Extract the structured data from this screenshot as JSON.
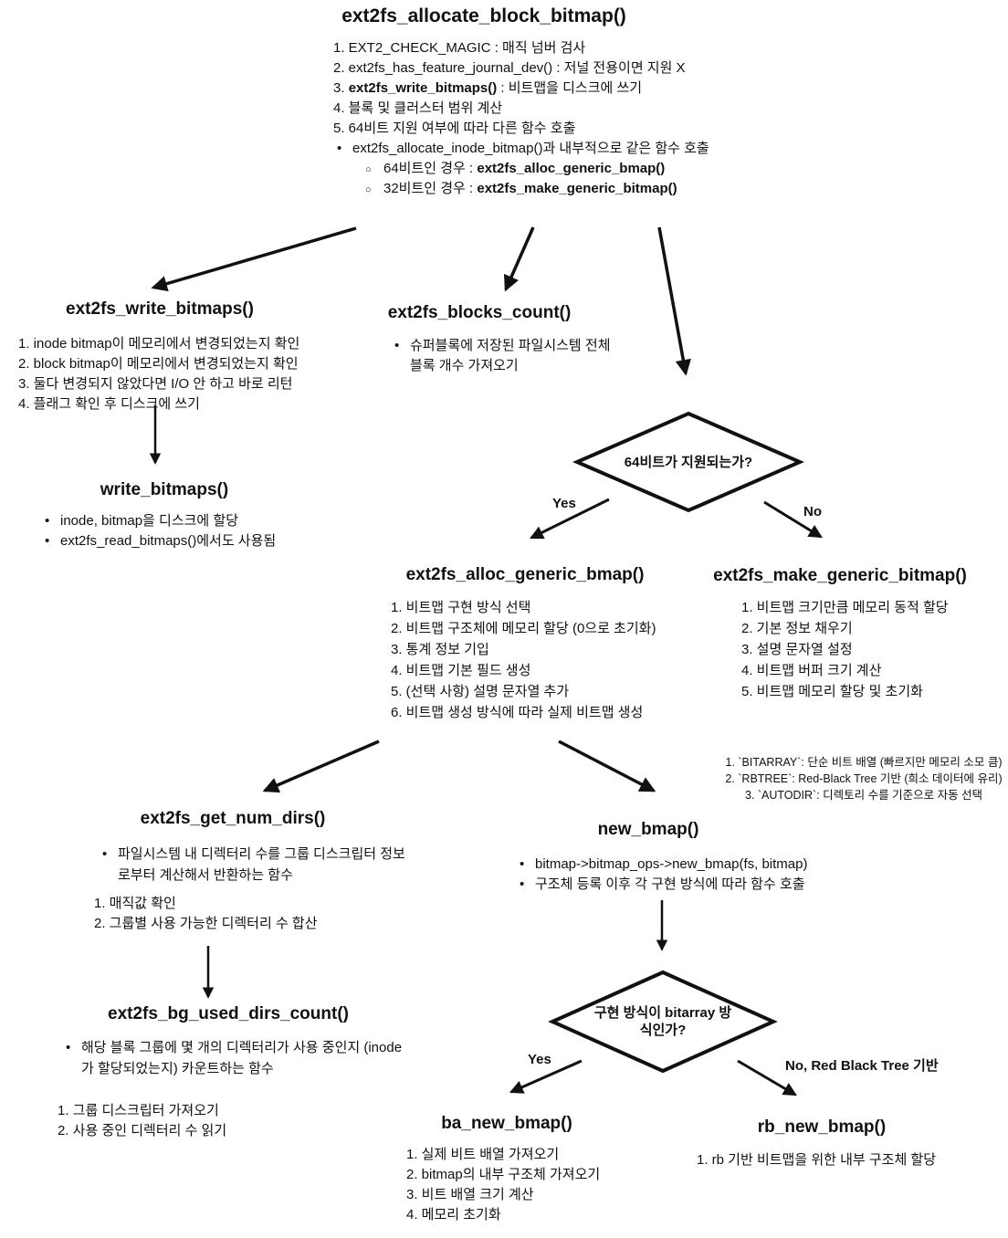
{
  "root": {
    "title": "ext2fs_allocate_block_bitmap()",
    "i1": "1. EXT2_CHECK_MAGIC : 매직 넘버 검사",
    "i2": "2. ext2fs_has_feature_journal_dev() : 저널 전용이면 지원 X",
    "i3_pre": "3. ",
    "i3_bold": "ext2fs_write_bitmaps()",
    "i3_post": " : 비트맵을 디스크에 쓰기",
    "i4": "4. 블록 및 클러스터 범위 계산",
    "i5": "5. 64비트 지원 여부에 따라 다른 함수 호출",
    "b1": "ext2fs_allocate_inode_bitmap()과 내부적으로 같은 함수 호출",
    "s1_pre": "64비트인 경우 : ",
    "s1_bold": "ext2fs_alloc_generic_bmap()",
    "s2_pre": "32비트인 경우 : ",
    "s2_bold": "ext2fs_make_generic_bitmap()"
  },
  "write_bitmaps_fn": {
    "title": "ext2fs_write_bitmaps()",
    "i1": "1. inode bitmap이 메모리에서 변경되었는지 확인",
    "i2": "2. block bitmap이 메모리에서 변경되었는지 확인",
    "i3": "3. 둘다 변경되지 않았다면 I/O 안 하고 바로 리턴",
    "i4": "4. 플래그 확인 후 디스크에 쓰기"
  },
  "blocks_count": {
    "title": "ext2fs_blocks_count()",
    "b1": "슈퍼블록에 저장된 파일시스템 전체 블록 개수 가져오기"
  },
  "write_bitmaps_low": {
    "title": "write_bitmaps()",
    "b1": "inode, bitmap을 디스크에 할당",
    "b2": "ext2fs_read_bitmaps()에서도 사용됨"
  },
  "decision1": {
    "question": "64비트가 지원되는가?",
    "yes": "Yes",
    "no": "No"
  },
  "alloc_generic": {
    "title": "ext2fs_alloc_generic_bmap()",
    "i1": "1. 비트맵 구현 방식 선택",
    "i2": "2. 비트맵 구조체에 메모리 할당 (0으로 초기화)",
    "i3": "3. 통계 정보 기입",
    "i4": "4. 비트맵 기본 필드 생성",
    "i5": "5. (선택 사항) 설명 문자열 추가",
    "i6": "6. 비트맵 생성 방식에 따라 실제 비트맵 생성"
  },
  "make_generic": {
    "title": "ext2fs_make_generic_bitmap()",
    "i1": "1. 비트맵 크기만큼 메모리 동적 할당",
    "i2": "2. 기본 정보 채우기",
    "i3": "3. 설명 문자열 설정",
    "i4": "4. 비트맵 버퍼 크기 계산",
    "i5": "5. 비트맵 메모리 할당 및 초기화"
  },
  "impl_note": {
    "l1": "1. `BITARRAY`: 단순 비트 배열 (빠르지만 메모리 소모 큼)",
    "l2": "2. `RBTREE`: Red-Black Tree 기반 (희소 데이터에 유리)",
    "l3": "3. `AUTODIR`: 디렉토리 수를 기준으로 자동 선택"
  },
  "get_num_dirs": {
    "title": "ext2fs_get_num_dirs()",
    "b1": "파일시스템 내 디렉터리 수를 그룹 디스크립터 정보로부터 계산해서 반환하는 함수",
    "i1": "1. 매직값 확인",
    "i2": "2. 그룹별 사용 가능한 디렉터리 수 합산"
  },
  "new_bmap": {
    "title": "new_bmap()",
    "b1": "bitmap->bitmap_ops->new_bmap(fs, bitmap)",
    "b2": "구조체 등록 이후 각 구현 방식에 따라 함수 호출"
  },
  "decision2": {
    "question": "구현 방식이 bitarray 방식인가?",
    "yes": "Yes",
    "no": "No, Red Black Tree 기반"
  },
  "bg_used_dirs": {
    "title": "ext2fs_bg_used_dirs_count()",
    "b1": "해당 블록 그룹에 몇 개의 디렉터리가 사용 중인지 (inode가 할당되었는지) 카운트하는 함수",
    "i1": "1. 그룹 디스크립터 가져오기",
    "i2": "2. 사용 중인 디렉터리 수 읽기"
  },
  "ba_new_bmap": {
    "title": "ba_new_bmap()",
    "i1": "1. 실제 비트 배열 가져오기",
    "i2": "2. bitmap의 내부 구조체 가져오기",
    "i3": "3. 비트 배열 크기 계산",
    "i4": "4. 메모리 초기화"
  },
  "rb_new_bmap": {
    "title": "rb_new_bmap()",
    "i1": "1. rb 기반 비트맵을 위한 내부 구조체 할당"
  },
  "colors": {
    "ink": "#111111",
    "background": "#ffffff"
  }
}
